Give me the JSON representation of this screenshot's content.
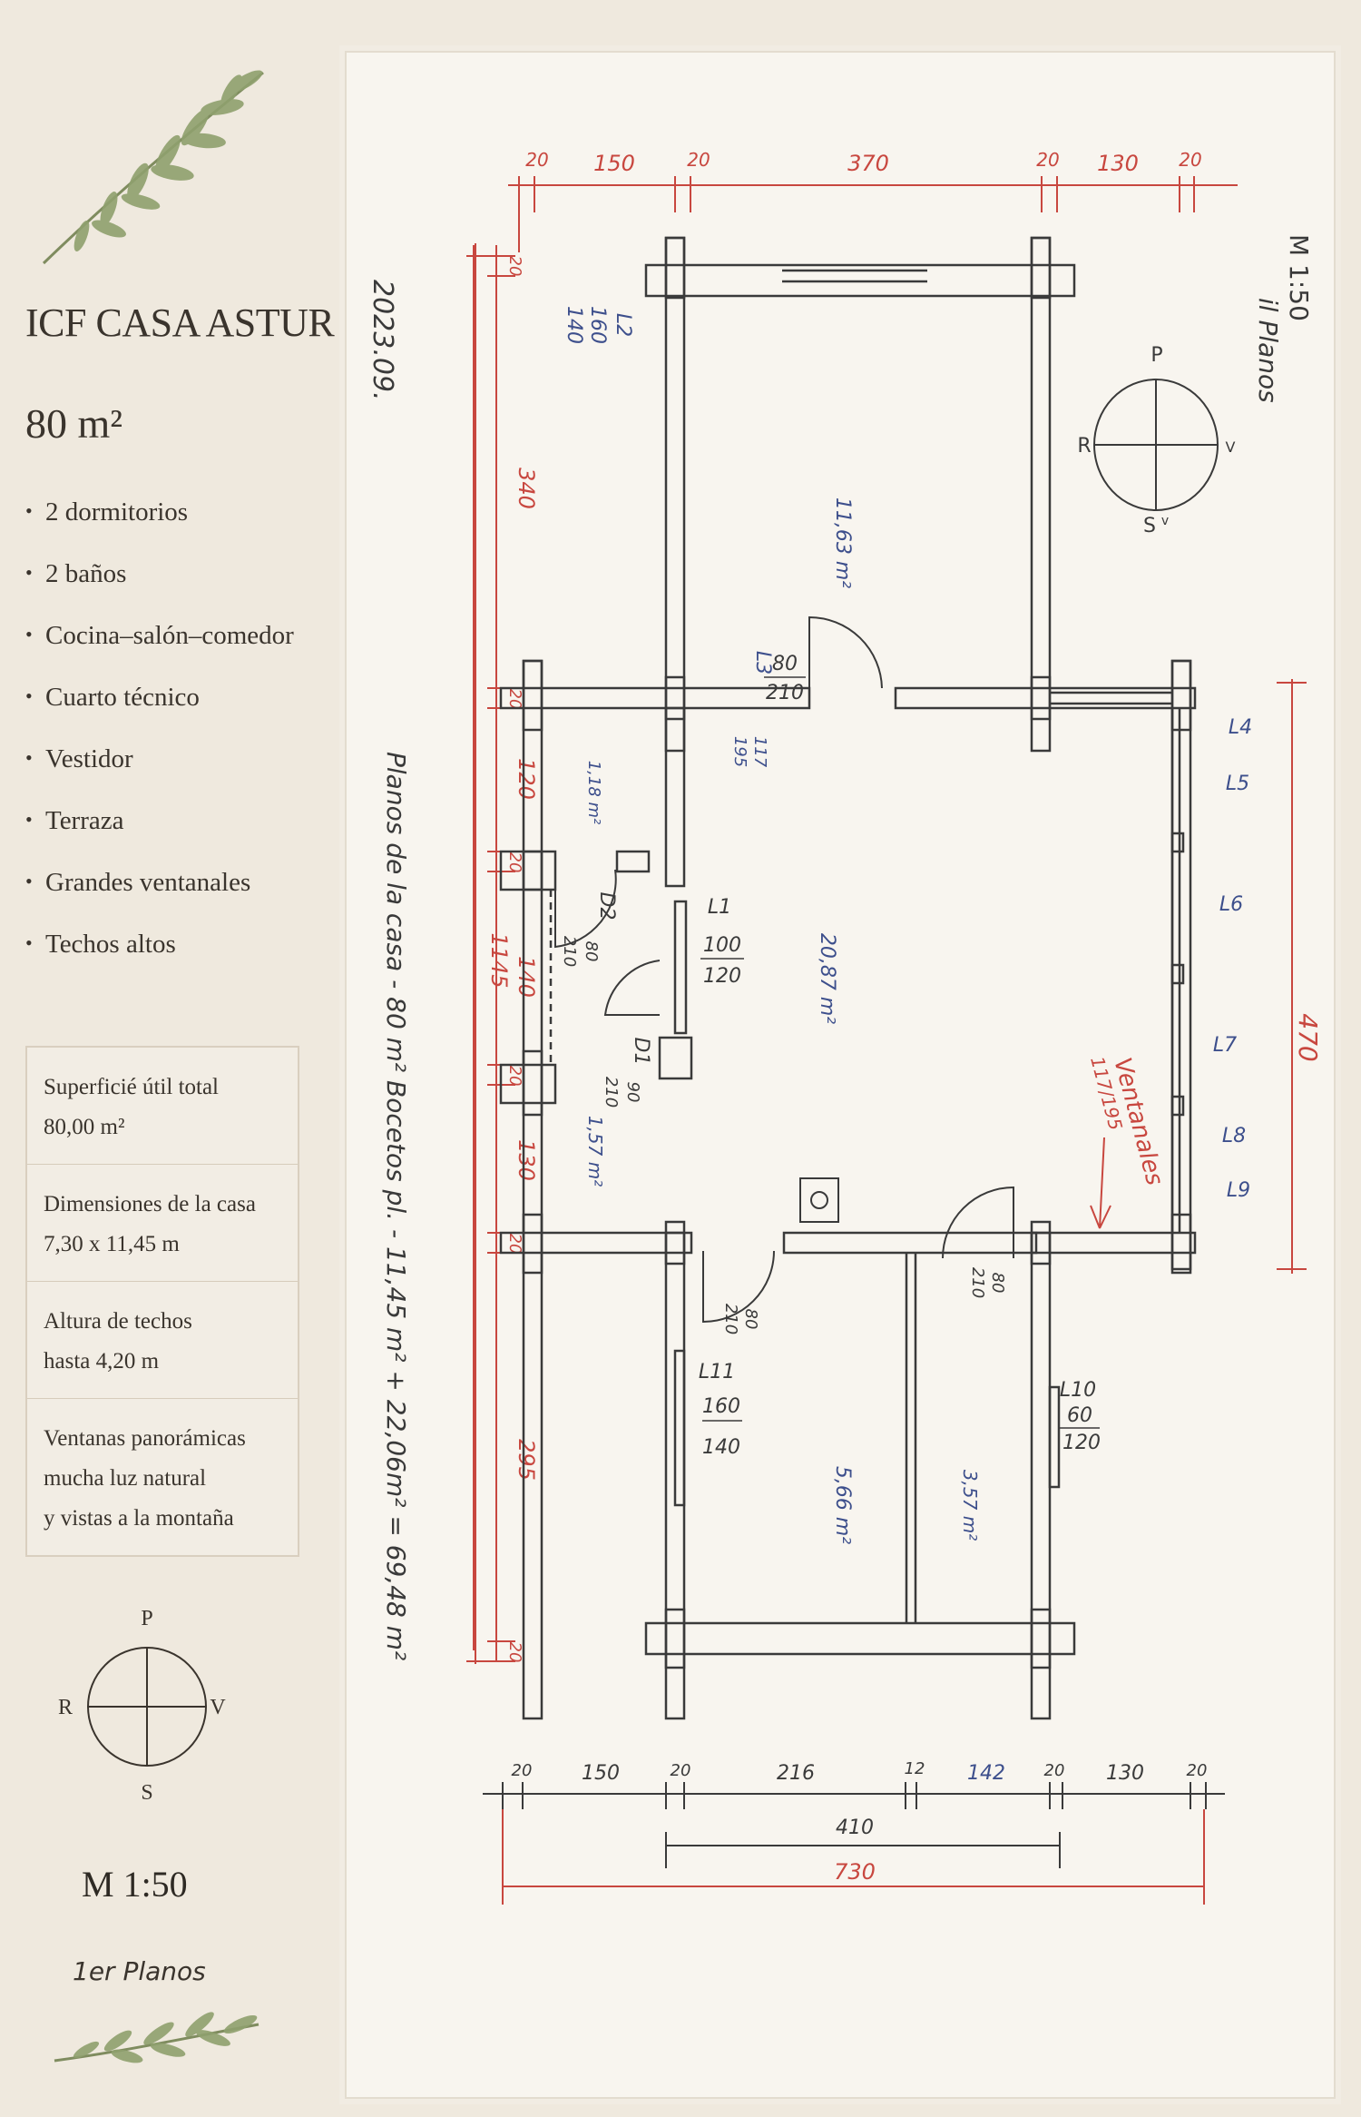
{
  "sidebar": {
    "title": "ICF CASA ASTUR",
    "area": "80 m²",
    "features": [
      "2 dormitorios",
      "2 baños",
      "Cocina–salón–comedor",
      "Cuarto técnico",
      "Vestidor",
      "Terraza",
      "Grandes ventanales",
      "Techos altos"
    ],
    "specs": [
      {
        "label": "Superficié útil total",
        "value": "80,00 m²"
      },
      {
        "label": "Dimensiones de la casa",
        "value": "7,30 x 11,45 m"
      },
      {
        "label": "Altura de techos",
        "value": "hasta 4,20 m"
      },
      {
        "label": "Ventanas panorámicas",
        "value": "mucha luz natural",
        "value2": "y vistas a la montaña"
      }
    ],
    "compass": {
      "n": "P",
      "w": "R",
      "e": "V",
      "s": "S"
    },
    "scale": "M 1:50",
    "plan_note": "1er Planos",
    "leaf_color": "#8a9a6a"
  },
  "drawing": {
    "date": "2023.09.",
    "scale_note": "M 1:50",
    "scale_sub": "il Planos",
    "vertical_caption": "Planos de la casa  -  80 m²      Bocetos pl.  -  11,45 m² + 22,06m² = 69,48 m²",
    "compass": {
      "n": "P",
      "w": "R",
      "e": "V",
      "s": "S",
      "v_small": "v"
    },
    "top_dims": [
      "20",
      "150",
      "20",
      "370",
      "20",
      "130",
      "20"
    ],
    "bottom_dims": [
      "20",
      "150",
      "20",
      "216",
      "12",
      "142",
      "20",
      "130",
      "20"
    ],
    "bottom_total_inner": "410",
    "bottom_total": "730",
    "left_dims": [
      "20",
      "340",
      "20",
      "120",
      "20",
      "140",
      "20",
      "130",
      "20",
      "295",
      "20"
    ],
    "left_total": "1145",
    "right_dim": "470",
    "rooms": {
      "bedroom_top": "11,63 m²",
      "living": "20,87 m²",
      "vestidor": "1,18 m²",
      "bath_small": "1,57 m²",
      "bath": "5,66 m²",
      "tech": "3,57 m²"
    },
    "windows": {
      "L2": {
        "name": "L2",
        "w": "160",
        "h": "140"
      },
      "L3": {
        "name": "L3",
        "w": "117",
        "h": "195"
      },
      "L45": {
        "a": "L4",
        "b": "L5"
      },
      "L6": "L6",
      "L7": "L7",
      "L89": {
        "a": "L8",
        "b": "L9"
      },
      "L1": {
        "name": "L1",
        "w": "100",
        "h": "120"
      },
      "L10": {
        "name": "L10",
        "w": "60",
        "h": "120"
      },
      "L11": {
        "name": "L11",
        "w": "160",
        "h": "140"
      }
    },
    "doors": {
      "main": {
        "w": "80",
        "h": "210"
      },
      "D2": {
        "name": "D2",
        "w": "80",
        "h": "210"
      },
      "D1": {
        "name": "D1",
        "w": "90",
        "h": "210"
      },
      "bath": {
        "w": "80",
        "h": "210"
      },
      "tech": {
        "w": "80",
        "h": "210"
      }
    },
    "ventanales_note": "Ventanales",
    "ventanales_size": "117/195",
    "colors": {
      "red": "#c8473f",
      "blue": "#3d4f8c",
      "pencil": "#3a3a3a"
    }
  }
}
